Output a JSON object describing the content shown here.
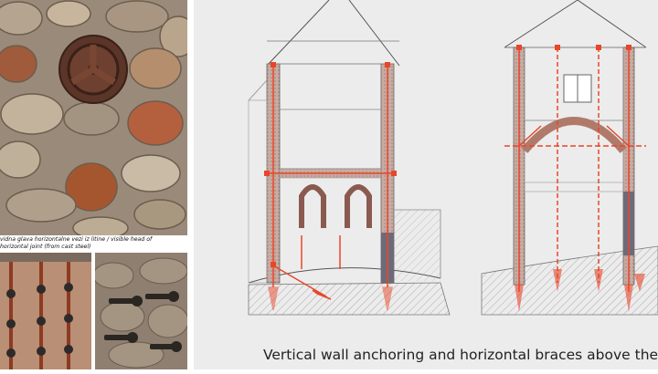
{
  "photo_caption": {
    "line1": "vidna glava horizontalne vezi iz litine / visible head of",
    "line2": "horizontal joint (from cast steel)"
  },
  "diagram_caption": "Vertical wall anchoring and horizontal braces above the vau",
  "colors": {
    "accent": "#e8462a",
    "panel_bg": "#ececec",
    "wall_fill": "#c9aba2",
    "line": "#666666"
  }
}
